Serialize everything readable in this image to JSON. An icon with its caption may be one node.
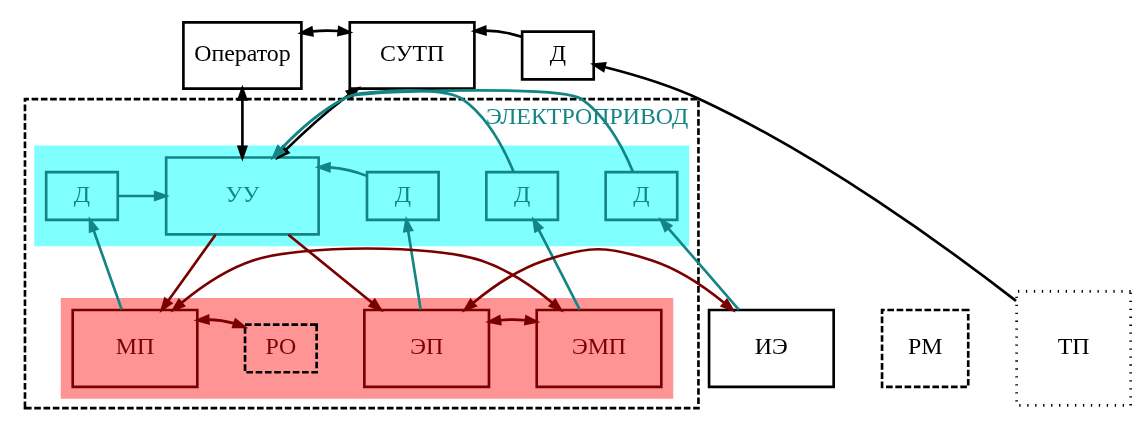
{
  "diagram": {
    "nodes": [
      {
        "text": [
          "Оператор"
        ]
      },
      {
        "text": [
          "СУТП"
        ]
      },
      {
        "text": [
          "Д"
        ]
      },
      {
        "text": [
          "ЭЛЕКТРОПРИВОД"
        ]
      },
      {
        "text": [],
        "shape": "band",
        "in": 3
      },
      {
        "text": [
          "Д"
        ],
        "in": 4
      },
      {
        "text": [
          "Д"
        ],
        "in": 4
      },
      {
        "text": [
          "УУ"
        ],
        "in": 4
      },
      {
        "text": [
          "Д"
        ],
        "in": 4
      },
      {
        "text": [
          "Д"
        ],
        "in": 4
      },
      {
        "text": [],
        "shape": "band",
        "in": 3
      },
      {
        "text": [
          "ЭП"
        ],
        "in": 10
      },
      {
        "text": [
          "ЭМП"
        ],
        "in": 10
      },
      {
        "text": [
          "МП"
        ],
        "in": 10
      },
      {
        "text": [
          "РО"
        ],
        "in": 10
      },
      {
        "text": [
          "ИЭ"
        ]
      },
      {
        "text": [
          "РМ"
        ]
      },
      {
        "text": [
          "ТП"
        ]
      }
    ],
    "edges": [
      {
        "from": 0,
        "to": 1,
        "arrow": "both",
        "color": "#000000"
      },
      {
        "from": 2,
        "to": 1,
        "arrow": "to",
        "color": "#000000"
      },
      {
        "from": 17,
        "to": 2,
        "arrow": "to",
        "color": "#000000"
      },
      {
        "from": 0,
        "to": 7,
        "arrow": "both",
        "color": "#000000"
      },
      {
        "from": 1,
        "to": 7,
        "arrow": "both",
        "color": "#000000"
      },
      {
        "from": 5,
        "to": 7,
        "arrow": "to"
      },
      {
        "from": 6,
        "to": 7,
        "arrow": "to"
      },
      {
        "from": 8,
        "to": 7,
        "arrow": "to"
      },
      {
        "from": 9,
        "to": 7,
        "arrow": "to"
      },
      {
        "from": 15,
        "to": 5,
        "arrow": "to"
      },
      {
        "from": 11,
        "to": 6,
        "arrow": "to"
      },
      {
        "from": 12,
        "to": 8,
        "arrow": "to"
      },
      {
        "from": 13,
        "to": 9,
        "arrow": "to"
      },
      {
        "from": 7,
        "to": 11,
        "arrow": "to",
        "color": "#7a0000"
      },
      {
        "from": 7,
        "to": 13,
        "arrow": "to",
        "color": "#7a0000"
      },
      {
        "from": 15,
        "to": 11,
        "arrow": "both",
        "color": "#7a0000"
      },
      {
        "from": 11,
        "to": 12,
        "arrow": "both",
        "color": "#7a0000"
      },
      {
        "from": 12,
        "to": 13,
        "arrow": "both",
        "color": "#7a0000"
      },
      {
        "from": 13,
        "to": 14,
        "arrow": "both",
        "color": "#7a0000"
      }
    ]
  }
}
